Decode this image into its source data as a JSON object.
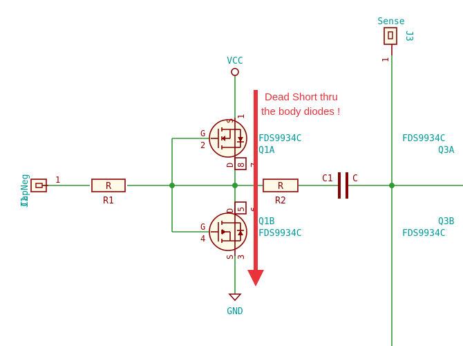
{
  "annotation": {
    "line1": "Dead Short thru",
    "line2": "the body diodes !",
    "arrow_color": "#e8333b"
  },
  "power": {
    "vcc": "VCC",
    "gnd": "GND"
  },
  "connectors": {
    "j1": {
      "ref": "J1",
      "name": "CapNeg",
      "pin": "1"
    },
    "j3": {
      "ref": "J3",
      "name": "Sense",
      "pin": "1"
    }
  },
  "resistors": {
    "r1": {
      "ref": "R1",
      "value": "R"
    },
    "r2": {
      "ref": "R2",
      "value": "R"
    }
  },
  "capacitor": {
    "ref": "C1",
    "value": "C"
  },
  "mosfets": {
    "q1a": {
      "ref": "Q1A",
      "value": "FDS9934C",
      "pins": {
        "g": "G",
        "s": "S",
        "d": "D",
        "gnum": "2",
        "snum": "1",
        "dnum1": "8",
        "dnum2": "7"
      }
    },
    "q1b": {
      "ref": "Q1B",
      "value": "FDS9934C",
      "pins": {
        "g": "G",
        "s": "S",
        "d": "D",
        "gnum": "4",
        "snum": "3",
        "dnum1": "5",
        "dnum2": "6"
      }
    },
    "q3a": {
      "ref": "Q3A",
      "value": "FDS9934C"
    },
    "q3b": {
      "ref": "Q3B",
      "value": "FDS9934C"
    }
  },
  "colors": {
    "wire": "#339933",
    "component": "#880000",
    "label": "#009999",
    "annotation": "#e8333b"
  }
}
